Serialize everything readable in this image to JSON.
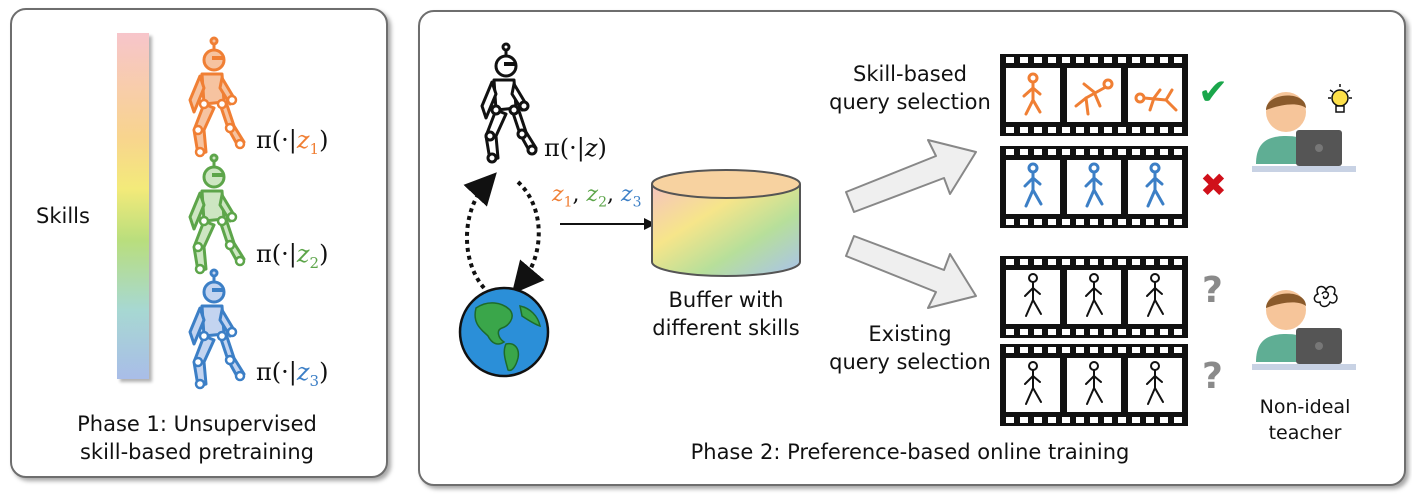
{
  "phase1": {
    "caption_line1": "Phase 1: Unsupervised",
    "caption_line2": "skill-based pretraining",
    "skills_label": "Skills",
    "policies": [
      {
        "prefix": "π(·|",
        "var": "z",
        "sub": "1",
        "suffix": ")",
        "color": "#f07f34"
      },
      {
        "prefix": "π(·|",
        "var": "z",
        "sub": "2",
        "suffix": ")",
        "color": "#5da54a"
      },
      {
        "prefix": "π(·|",
        "var": "z",
        "sub": "3",
        "suffix": ")",
        "color": "#3c7fc6"
      }
    ]
  },
  "phase2": {
    "caption": "Phase 2: Preference-based online training",
    "policy": {
      "prefix": "π(·|",
      "var": "z",
      "suffix": ")"
    },
    "skill_vars": {
      "z1": "z",
      "s1": "1",
      "sep1": ", ",
      "z2": "z",
      "s2": "2",
      "sep2": ", ",
      "z3": "z",
      "s3": "3"
    },
    "buffer_line1": "Buffer with",
    "buffer_line2": "different skills",
    "skill_query_line1": "Skill-based",
    "skill_query_line2": "query selection",
    "existing_query_line1": "Existing",
    "existing_query_line2": "query selection",
    "check_mark": "✔",
    "cross_mark": "✖",
    "question_mark": "?",
    "teacher_line1": "Non-ideal",
    "teacher_line2": "teacher"
  },
  "colors": {
    "skill1": "#f07f34",
    "skill2": "#5da54a",
    "skill3": "#3c7fc6",
    "check": "#1aa64b",
    "cross": "#d0101a",
    "question": "#8a8a8a",
    "teacher_shirt": "#5fae94",
    "laptop": "#555555"
  }
}
